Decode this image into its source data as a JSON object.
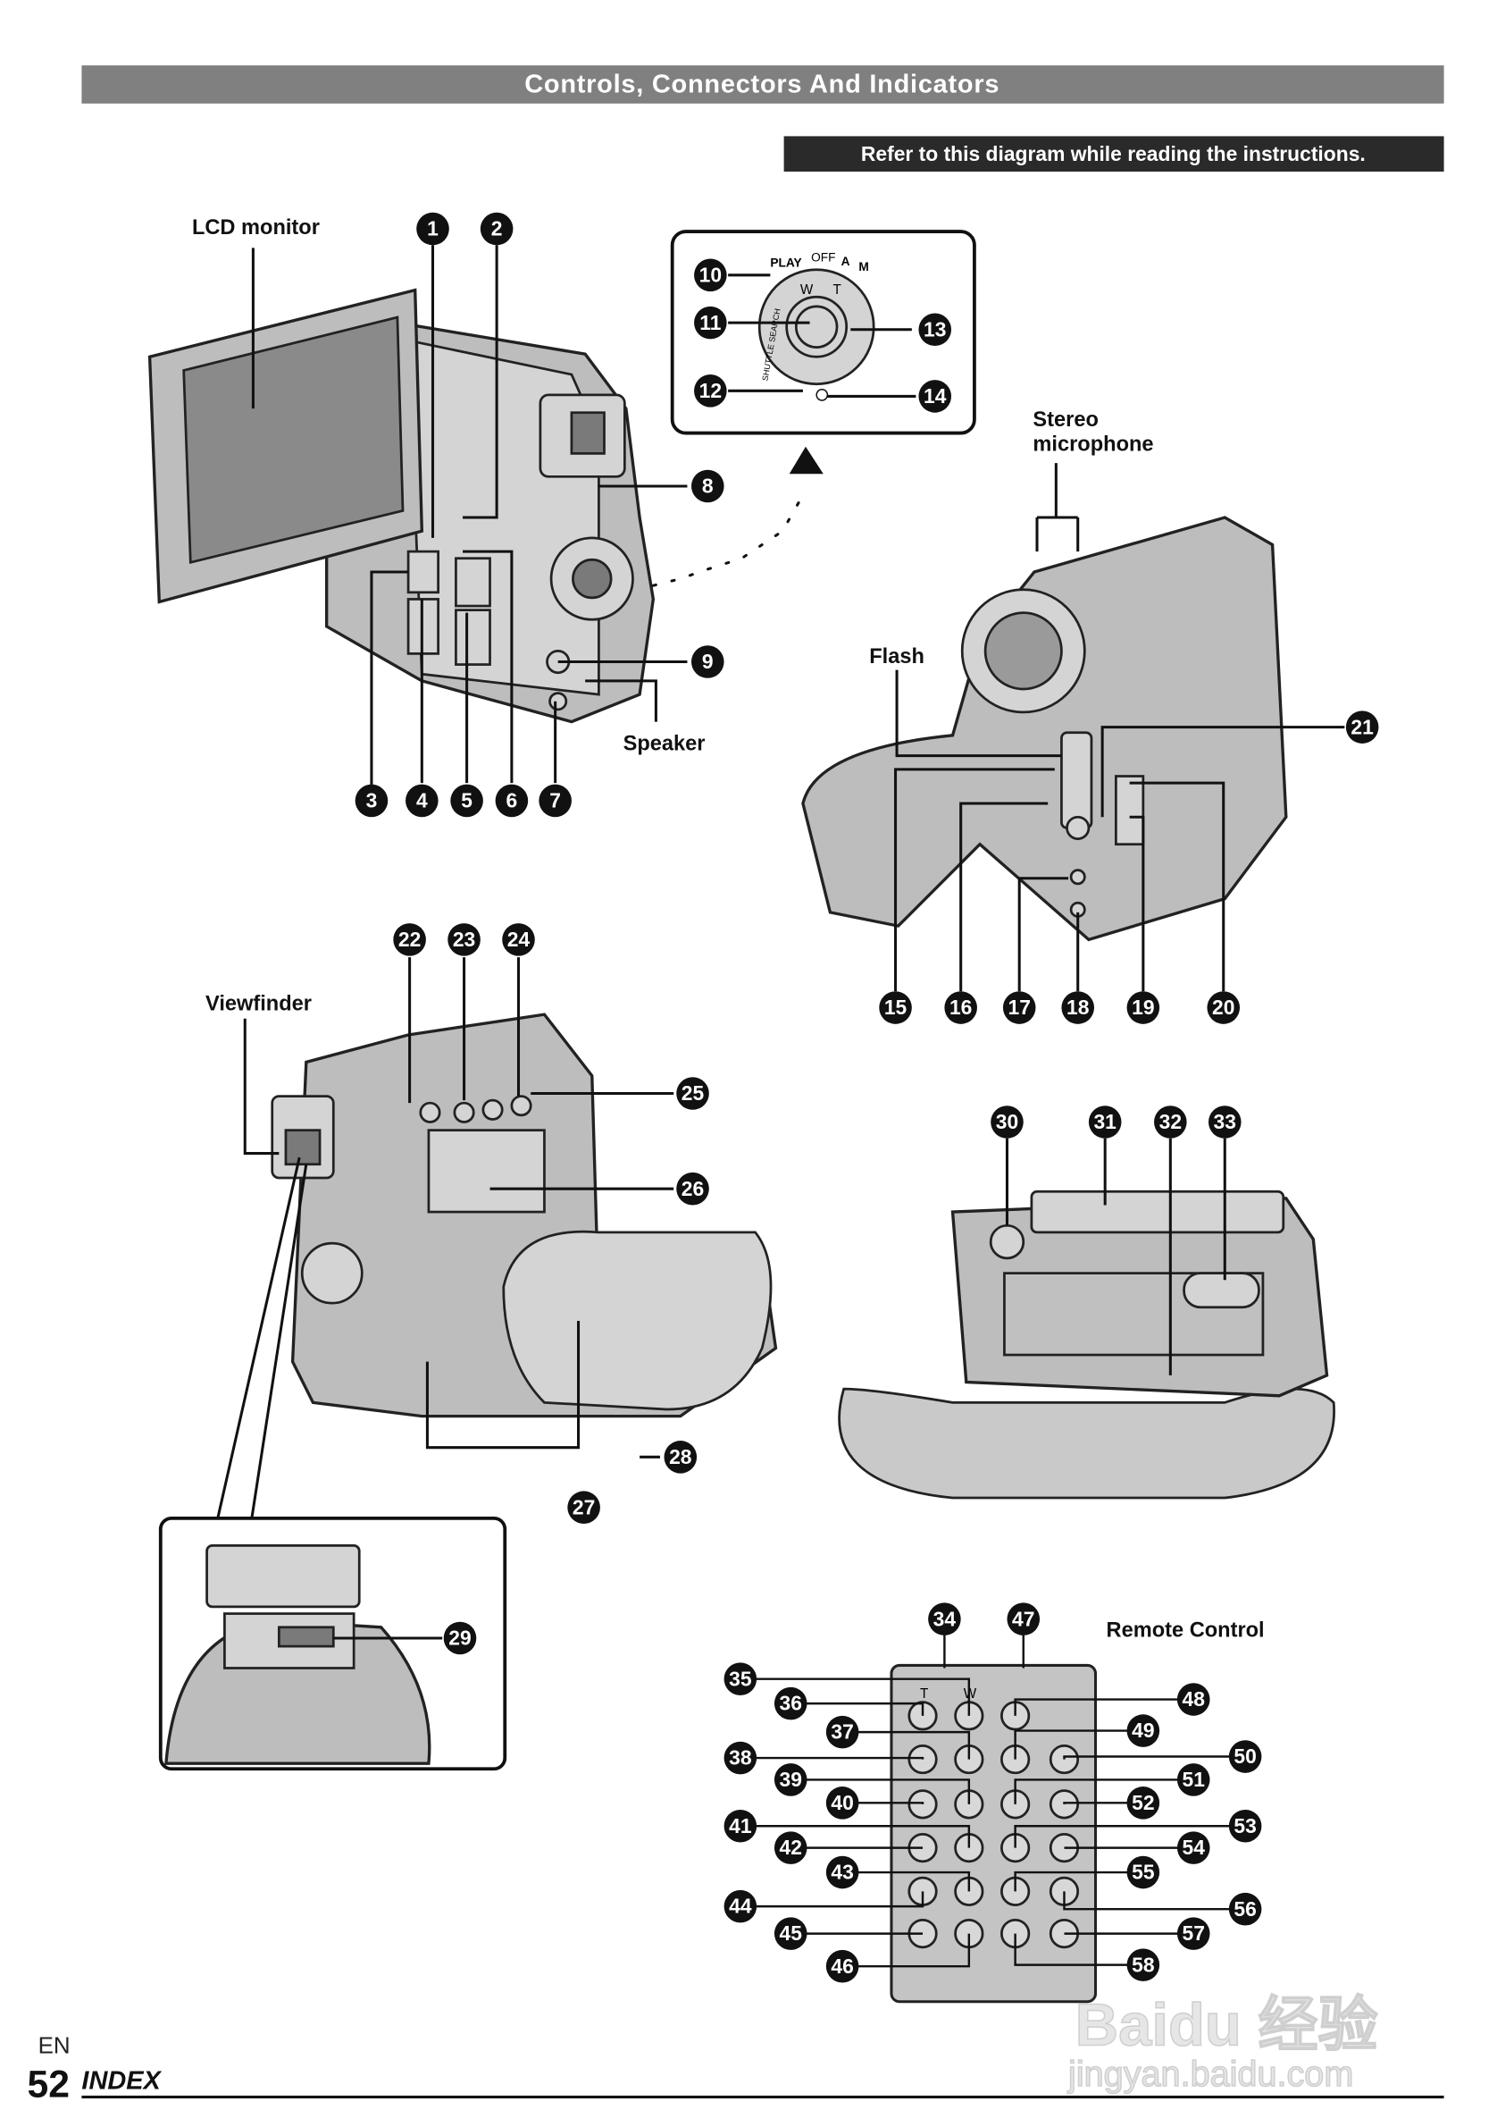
{
  "header": {
    "title": "Controls, Connectors And Indicators",
    "subtitle": "Refer to this diagram while reading the instructions."
  },
  "labels": {
    "lcd_monitor": "LCD monitor",
    "stereo_mic_1": "Stereo",
    "stereo_mic_2": "microphone",
    "flash": "Flash",
    "speaker": "Speaker",
    "viewfinder": "Viewfinder",
    "remote_control": "Remote Control"
  },
  "dial": {
    "play": "PLAY",
    "off": "OFF",
    "a": "A",
    "m": "M",
    "w": "W",
    "t": "T",
    "shuttle": "SHUTTLE SEARCH"
  },
  "remote": {
    "t": "T",
    "w": "W"
  },
  "callouts": [
    "1",
    "2",
    "3",
    "4",
    "5",
    "6",
    "7",
    "8",
    "9",
    "10",
    "11",
    "12",
    "13",
    "14",
    "15",
    "16",
    "17",
    "18",
    "19",
    "20",
    "21",
    "22",
    "23",
    "24",
    "25",
    "26",
    "27",
    "28",
    "29",
    "30",
    "31",
    "32",
    "33",
    "34",
    "35",
    "36",
    "37",
    "38",
    "39",
    "40",
    "41",
    "42",
    "43",
    "44",
    "45",
    "46",
    "47",
    "48",
    "49",
    "50",
    "51",
    "52",
    "53",
    "54",
    "55",
    "56",
    "57",
    "58"
  ],
  "footer": {
    "lang": "EN",
    "page": "52",
    "section": "INDEX"
  },
  "watermark": {
    "brand": "Baidu 经验",
    "url": "jingyan.baidu.com"
  },
  "colors": {
    "header_bg": "#808080",
    "subheader_bg": "#2a2a2a",
    "body_gray": "#bdbdbd"
  }
}
